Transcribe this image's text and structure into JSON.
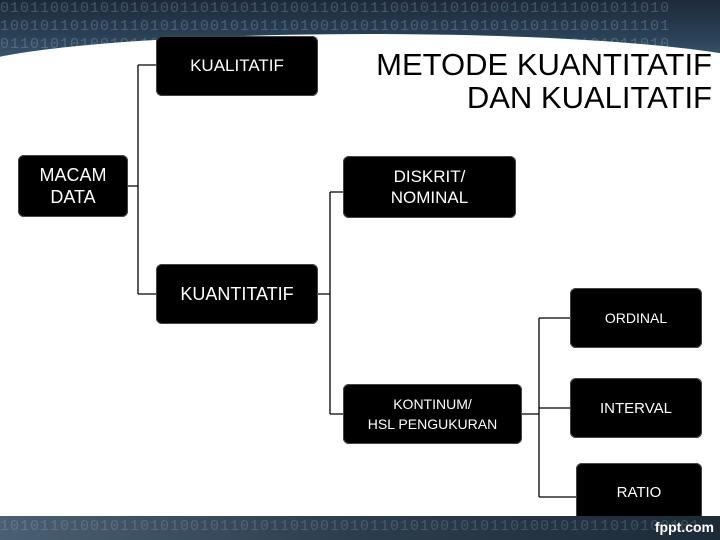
{
  "title": "METODE KUANTITATIF\nDAN KUALITATIF",
  "nodes": {
    "macam_data": "MACAM\nDATA",
    "kualitatif": "KUALITATIF",
    "kuantitatif": "KUANTITATIF",
    "diskrit": "DISKRIT/\nNOMINAL",
    "kontinum": "KONTINUM/\nHSL PENGUKURAN",
    "ordinal": "ORDINAL",
    "interval": "INTERVAL",
    "ratio": "RATIO"
  },
  "footer": {
    "logo": "fppt.com"
  },
  "colors": {
    "box": "#000000",
    "text": "#ffffff",
    "banner": "#22364a"
  }
}
